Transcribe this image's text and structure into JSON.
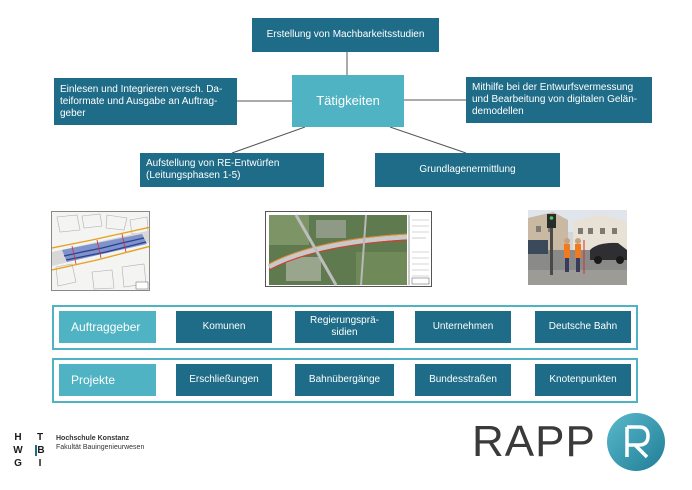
{
  "center": "Tätigkeiten",
  "activities": {
    "top": "Erstellung von Machbarkeitsstudien",
    "left": "Einlesen und Integrieren versch. Da-\nteiformate und Ausgabe an Auftrag-\ngeber",
    "right": "Mithilfe bei der Entwurfsvermessung\nund Bearbeitung von digitalen Gelän-\ndemodellen",
    "bottom_left": "Aufstellung von RE-Entwürfen\n(Leitungsphasen 1-5)",
    "bottom_right": "Grundlagenermittlung"
  },
  "auftraggeber": {
    "label": "Auftraggeber",
    "items": [
      "Komunen",
      "Regierungsprä-\nsidien",
      "Unternehmen",
      "Deutsche Bahn"
    ]
  },
  "projekte": {
    "label": "Projekte",
    "items": [
      "Erschließungen",
      "Bahnübergänge",
      "Bundesstraßen",
      "Knotenpunkten"
    ]
  },
  "footer": {
    "htwg_letters": [
      "H",
      "T",
      "W",
      "G",
      "B",
      "I"
    ],
    "institution": "Hochschule Konstanz",
    "faculty": "Fakultät Bauingenieurwesen",
    "company": "RAPP"
  },
  "colors": {
    "dark_teal": "#1e6c87",
    "light_teal": "#4fb3c4"
  }
}
